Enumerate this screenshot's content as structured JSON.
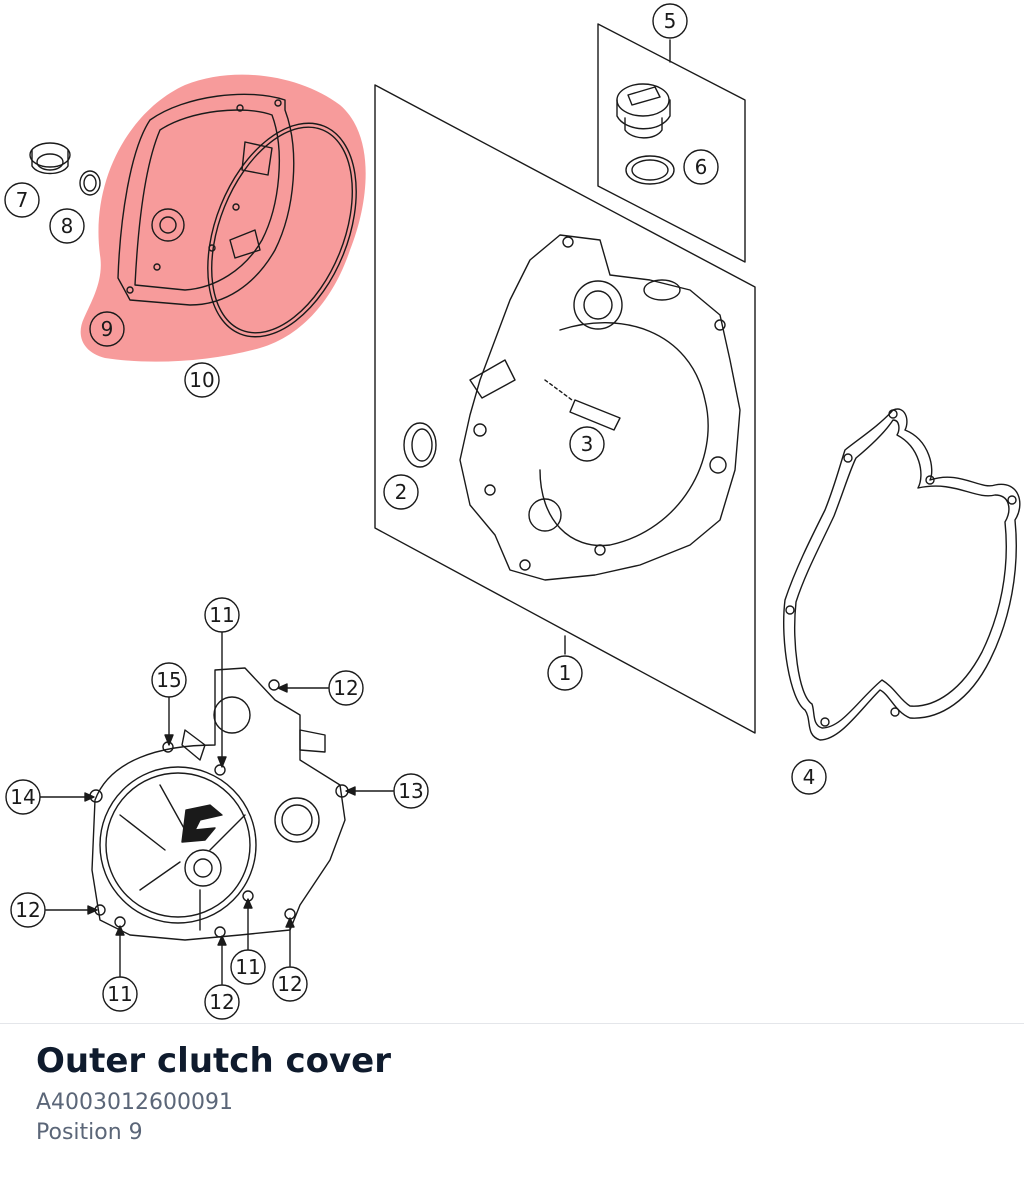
{
  "diagram": {
    "highlight_color": "#f47a7a",
    "callouts": [
      {
        "label": "5"
      },
      {
        "label": "6"
      },
      {
        "label": "7"
      },
      {
        "label": "8"
      },
      {
        "label": "9"
      },
      {
        "label": "10"
      },
      {
        "label": "3"
      },
      {
        "label": "2"
      },
      {
        "label": "1"
      },
      {
        "label": "4"
      },
      {
        "label": "11"
      },
      {
        "label": "15"
      },
      {
        "label": "12"
      },
      {
        "label": "14"
      },
      {
        "label": "13"
      },
      {
        "label": "12"
      },
      {
        "label": "11"
      },
      {
        "label": "12"
      },
      {
        "label": "11"
      },
      {
        "label": "12"
      }
    ]
  },
  "part": {
    "title": "Outer clutch cover",
    "number": "A4003012600091",
    "position": "Position 9"
  }
}
